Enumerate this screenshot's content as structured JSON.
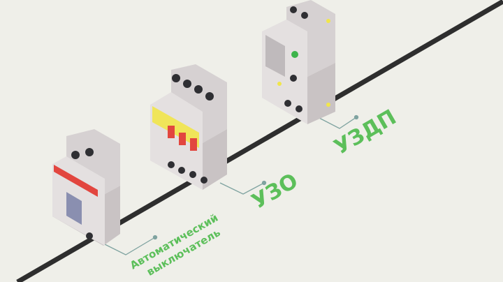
{
  "labels": {
    "breaker_line1": "Автоматический",
    "breaker_line2": "выключатель",
    "rcd": "УЗО",
    "afdd": "УЗДП"
  },
  "colors": {
    "background": "#efefe9",
    "rail": "#2e2e2e",
    "label_green": "#5cbf5a",
    "leader": "#7fa3a0",
    "device_front": "#e4e0e0",
    "device_side": "#c9c3c4",
    "device_top": "#f1eeee",
    "accent_red": "#e2463f",
    "accent_yellow": "#f1e64a",
    "accent_green": "#3cb44a"
  }
}
